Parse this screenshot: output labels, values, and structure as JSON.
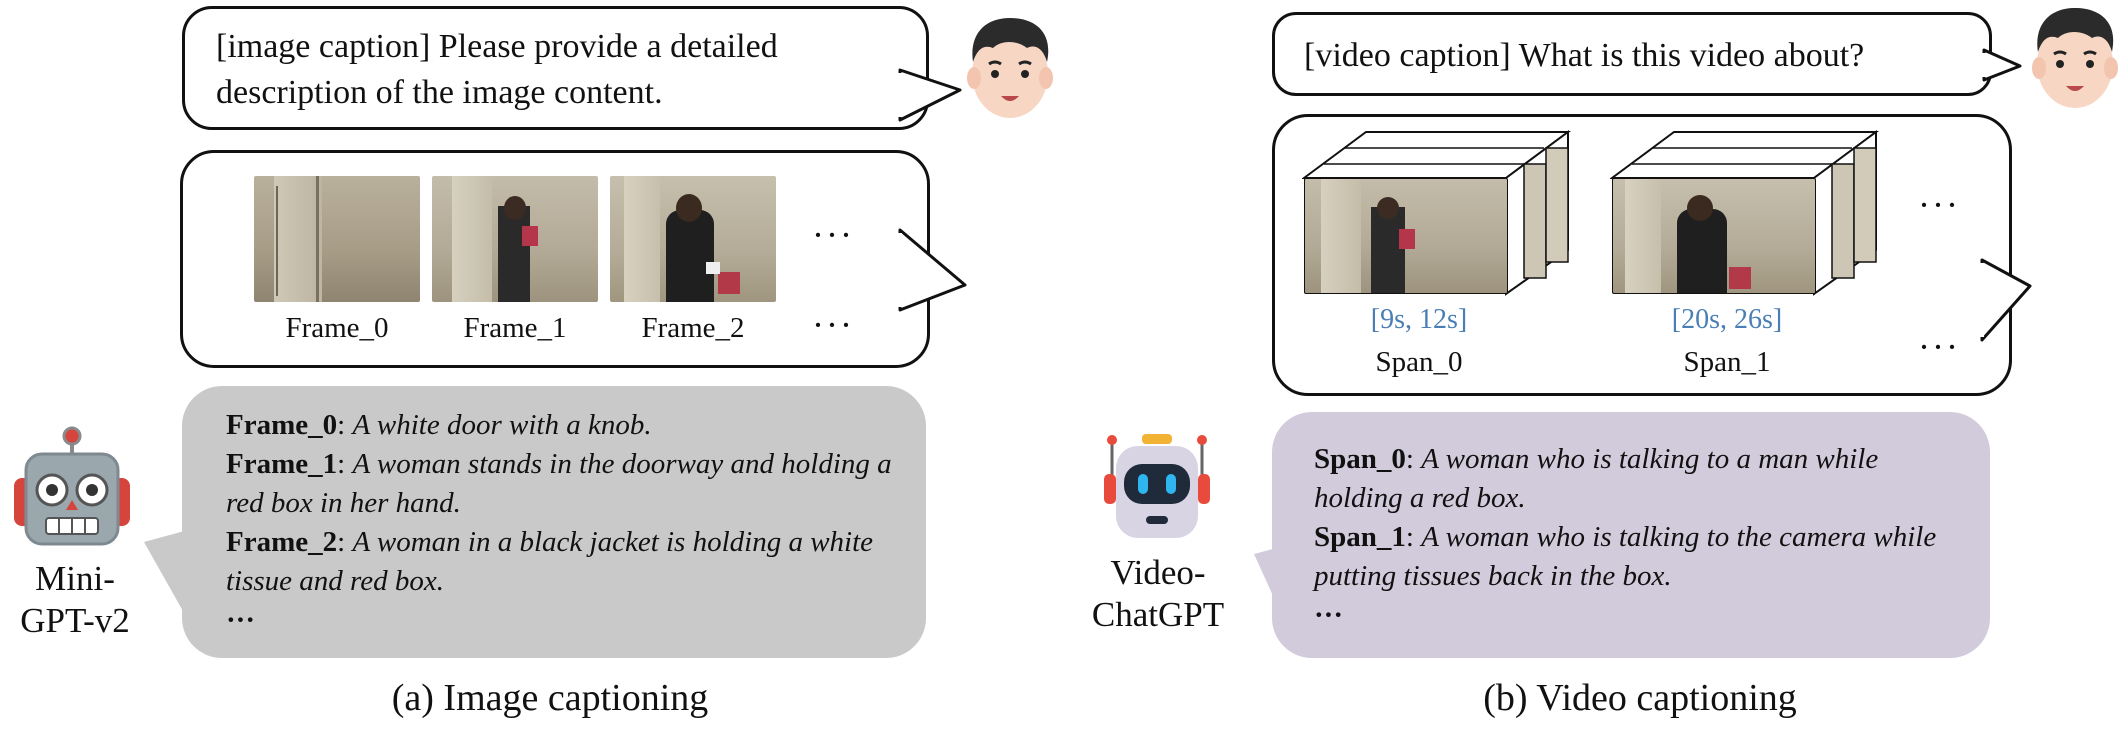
{
  "panel_a": {
    "question": "[image caption] Please provide a detailed description of the image content.",
    "frames": [
      {
        "label": "Frame_0"
      },
      {
        "label": "Frame_1"
      },
      {
        "label": "Frame_2"
      }
    ],
    "ellipsis": "···",
    "answer": [
      {
        "key": "Frame_0",
        "text": "A white door with a knob."
      },
      {
        "key": "Frame_1",
        "text": "A woman stands in the doorway and holding a red box in her hand."
      },
      {
        "key": "Frame_2",
        "text": "A woman in a black jacket is holding a white tissue and red box."
      }
    ],
    "answer_more": "···",
    "bot_name": "Mini-GPT-v2",
    "caption": "(a) Image captioning"
  },
  "panel_b": {
    "question": "[video caption] What is this video about?",
    "spans": [
      {
        "time": "[9s, 12s]",
        "label": "Span_0"
      },
      {
        "time": "[20s, 26s]",
        "label": "Span_1"
      }
    ],
    "ellipsis": "···",
    "answer": [
      {
        "key": "Span_0",
        "text": "A woman who is talking to a man while holding a red box."
      },
      {
        "key": "Span_1",
        "text": "A woman who is talking to the camera while putting tissues back in the box."
      }
    ],
    "answer_more": "···",
    "bot_name": "Video-ChatGPT",
    "caption": "(b) Video captioning"
  },
  "colors": {
    "answer_a_bg": "#c9c9c9",
    "answer_b_bg": "#d2cbdc",
    "timestamp": "#4a7fb5"
  }
}
